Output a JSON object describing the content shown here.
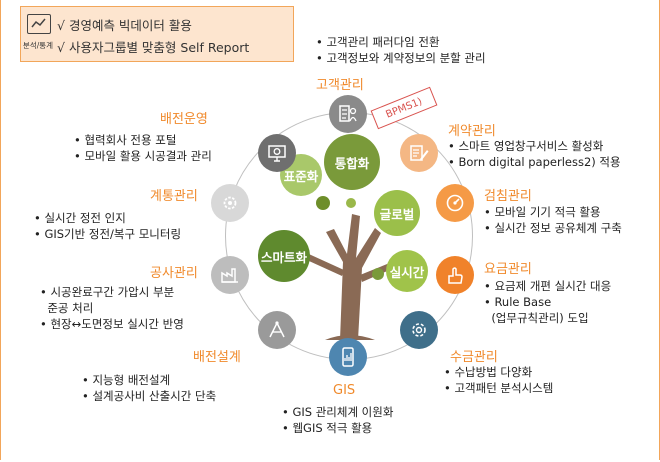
{
  "header": {
    "icon_caption": "분석/통계",
    "line1": "√ 경영예측 빅데이터 활용",
    "line2": "√ 사용자그룹별 맞춤형 Self Report"
  },
  "badge": "BPMS1)",
  "center": {
    "balls": [
      "통합화",
      "표준화",
      "글로벌",
      "스마트화",
      "실시간"
    ]
  },
  "nodes": {
    "customer": {
      "label": "고객관리",
      "bullets": [
        "고객관리 패러다임 전환",
        "고객정보와 계약정보의 분할 관리"
      ]
    },
    "contract": {
      "label": "계약관리",
      "bullets": [
        "스마트 영업창구서비스 활성화",
        "Born digital paperless2) 적용"
      ]
    },
    "meter": {
      "label": "검침관리",
      "bullets": [
        "모바일 기기 적극 활용",
        "실시간 정보 공유체계 구축"
      ]
    },
    "billing": {
      "label": "요금관리",
      "bullets": [
        "요금제 개편 실시간 대응",
        "Rule Base",
        "(업무규칙관리) 도입"
      ]
    },
    "collection": {
      "label": "수금관리",
      "bullets": [
        "수납방법 다양화",
        "고객패턴 분석시스템"
      ]
    },
    "gis": {
      "label": "GIS",
      "bullets": [
        "GIS 관리체계 이원화",
        "웹GIS 적극 활용"
      ]
    },
    "design": {
      "label": "배전설계",
      "bullets": [
        "지능형 배전설계",
        "설계공사비 산출시간 단축"
      ]
    },
    "construction": {
      "label": "공사관리",
      "bullets": [
        "시공완료구간 가압시 부분",
        "준공 처리",
        "현장↔도면정보 실시간 반영"
      ]
    },
    "grid": {
      "label": "계통관리",
      "bullets": [
        "실시간 정전 인지",
        "GIS기반 정전/복구 모니터링"
      ]
    },
    "operation": {
      "label": "배전운영",
      "bullets": [
        "협력회사 전용 포털",
        "모바일 활용 시공결과 관리"
      ]
    }
  }
}
